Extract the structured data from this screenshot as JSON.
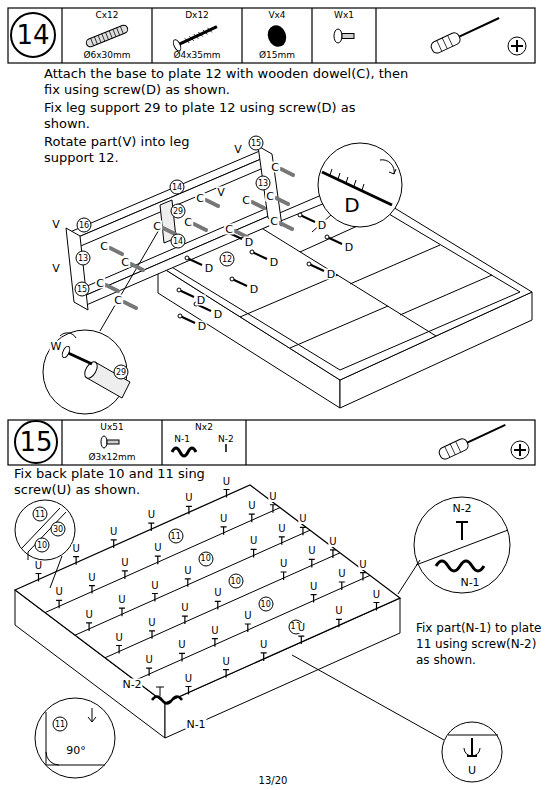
{
  "diagram": {
    "nodes": [
      {
        "text": [
          "14"
        ]
      },
      {
        "text": [
          "Cx12",
          "Ø6x30mm"
        ]
      },
      {
        "text": [
          "Dx12",
          "Ø4x35mm"
        ]
      },
      {
        "text": [
          "Vx4",
          "Ø15mm"
        ]
      },
      {
        "text": [
          "Wx1"
        ]
      },
      {
        "text": [
          "15"
        ]
      },
      {
        "text": [
          "Ux51",
          "Ø3x12mm"
        ]
      },
      {
        "text": [
          "Nx2",
          "N-1",
          "N-2"
        ]
      }
    ],
    "labels": [
      "Attach the base to plate 12 with wooden dowel(C), then fix using screw(D) as shown.",
      "Fix leg support 29 to plate 12 using screw(D) as shown.",
      "Rotate part(V) into leg support 12.",
      "15",
      "14",
      "13",
      "29",
      "14",
      "12",
      "16",
      "13",
      "15",
      "29",
      "V",
      "V",
      "V",
      "V",
      "W",
      "D",
      "C",
      "C",
      "C",
      "C",
      "C",
      "C",
      "C",
      "C",
      "C",
      "C",
      "C",
      "C",
      "D",
      "D",
      "D",
      "D",
      "D",
      "D",
      "D",
      "D",
      "D",
      "D",
      "Fix back plate 10 and 11 sing screw(U) as shown.",
      "Fix part(N-1) to plate 11 using screw(N-2) as shown.",
      "11",
      "30",
      "10",
      "11",
      "10",
      "10",
      "10",
      "11",
      "N-2",
      "N-1",
      "N-2",
      "N-1",
      "11",
      "90°",
      "U",
      "13/20",
      "U",
      "U",
      "U",
      "U",
      "U",
      "U",
      "U",
      "U",
      "U",
      "U",
      "U",
      "U",
      "U",
      "U",
      "U",
      "U",
      "U",
      "U",
      "U",
      "U",
      "U",
      "U",
      "U",
      "U",
      "U",
      "U",
      "U",
      "U",
      "U",
      "U",
      "U",
      "U",
      "U",
      "U",
      "U",
      "U",
      "U",
      "U",
      "U",
      "U"
    ]
  }
}
